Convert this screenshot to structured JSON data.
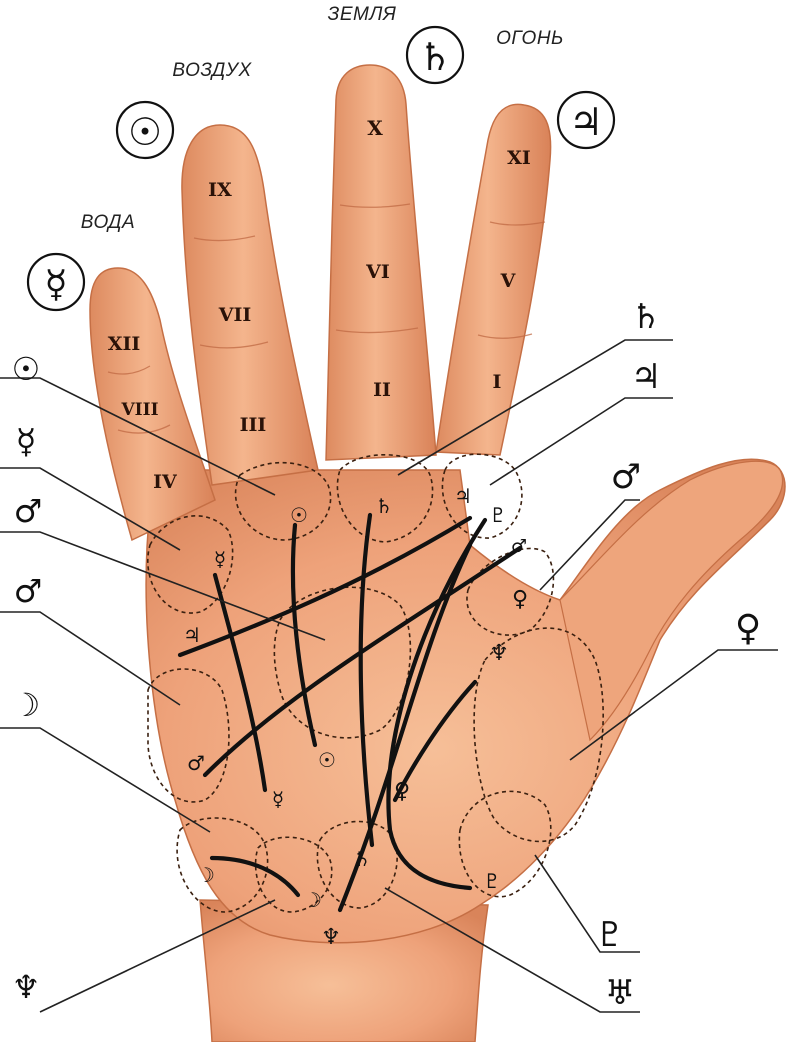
{
  "elements": {
    "water": "ВОДА",
    "air": "ВОЗДУХ",
    "earth": "ЗЕМЛЯ",
    "fire": "ОГОНЬ"
  },
  "circled_planets": {
    "mercury": "☿",
    "sun": "☉",
    "saturn": "♄",
    "jupiter": "♃"
  },
  "phalanx_numerals": {
    "xii": "XII",
    "viii": "VIII",
    "iv": "IV",
    "ix": "IX",
    "vii": "VII",
    "iii": "III",
    "x": "X",
    "vi": "VI",
    "ii": "II",
    "xi": "XI",
    "v": "V",
    "i": "I"
  },
  "left_callouts": {
    "sun": "☉",
    "mercury": "☿",
    "mars_upper": "♂",
    "mars_lower": "♂",
    "moon": "☽",
    "neptune": "♆"
  },
  "right_callouts": {
    "saturn": "♄",
    "jupiter": "♃",
    "mars": "♂",
    "venus": "♀",
    "pluto": "♇",
    "uranus": "♅"
  },
  "palm_glyphs": {
    "sun_mount": "☉",
    "saturn_mount": "♄",
    "jupiter_mount": "♃",
    "pluto_top": "♇",
    "mercury_mount": "☿",
    "mars_top": "♂",
    "venus_small": "♀",
    "neptune_mid": "♆",
    "jupiter_line": "♃",
    "mars_line": "♂",
    "sun_line": "☉",
    "mercury_line": "☿",
    "venus_line": "♀",
    "moon_left": "☽",
    "moon_right": "☽",
    "saturn_low": "♄",
    "pluto_low": "♇",
    "neptune_low": "♆"
  },
  "colors": {
    "skin_light": "#f4b58d",
    "skin_mid": "#e89a6c",
    "skin_shadow": "#c9744a",
    "ink": "#111111"
  }
}
